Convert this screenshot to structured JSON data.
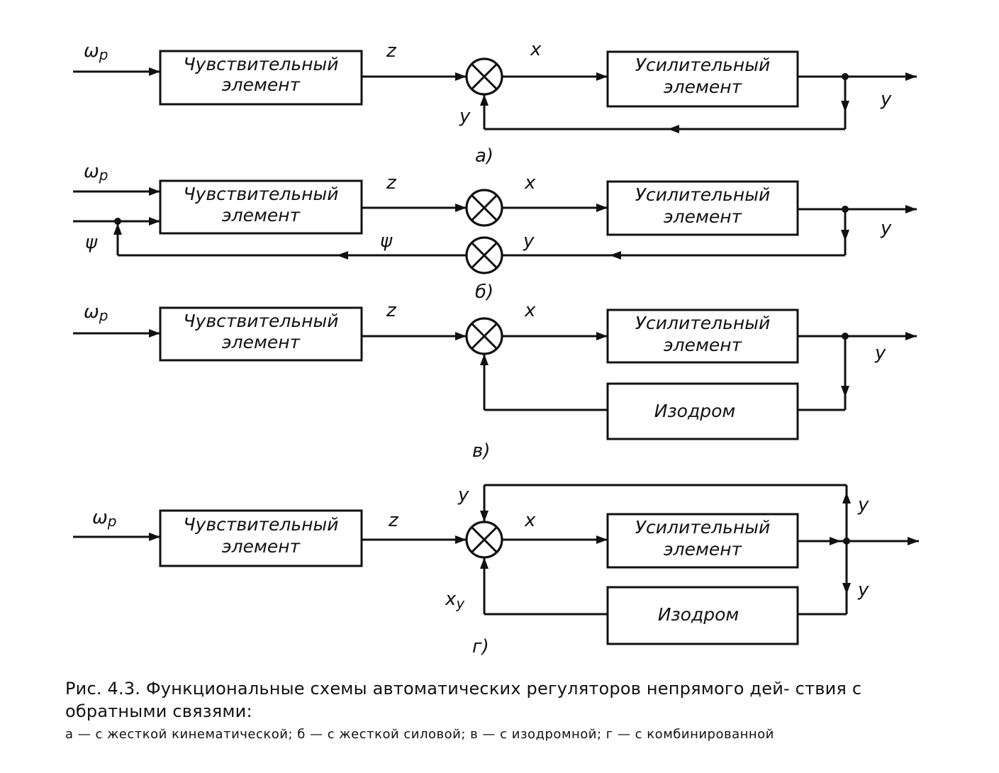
{
  "blocks": {
    "sensing_l1": "Чувствительный",
    "sensing_l2": "элемент",
    "amplifier_l1": "Усилительный",
    "amplifier_l2": "элемент",
    "isodrome": "Изодром"
  },
  "signals": {
    "omega": "ω",
    "omega_sub": "р",
    "z": "z",
    "x": "x",
    "y": "y",
    "psi": "ψ",
    "xy_x": "x",
    "xy_sub": "y"
  },
  "subfig_labels": [
    "а)",
    "б)",
    "в)",
    "г)"
  ],
  "caption": {
    "title": "Рис. 4.3. Функциональные схемы автоматических регуляторов непрямого дей-­ ствия с обратными связями:",
    "legend": "а — с жесткой кинематической; б — с жесткой силовой; в — с изодромной; г — с комби­нированной"
  }
}
